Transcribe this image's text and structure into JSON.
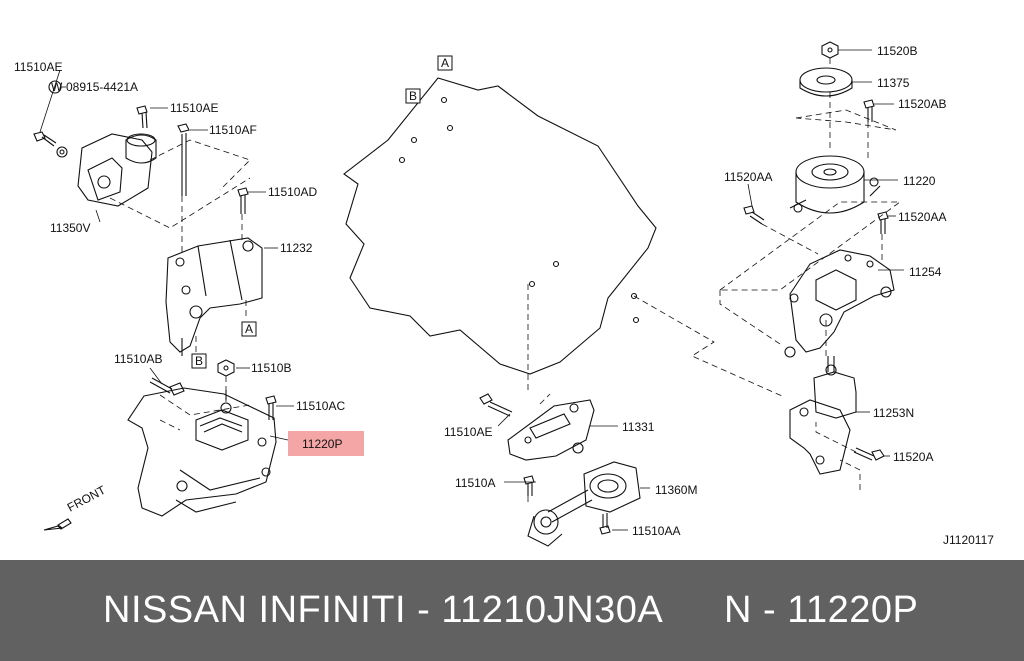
{
  "labels": {
    "l_11510AE_top": "11510AE",
    "l_08915": "08915-4421A",
    "l_washer_w": "W",
    "l_11510AE_b": "11510AE",
    "l_11510AF": "11510AF",
    "l_11350V": "11350V",
    "l_11510AD": "11510AD",
    "l_11232": "11232",
    "l_11510AB": "11510AB",
    "l_11510B": "11510B",
    "l_11510AC": "11510AC",
    "l_11220P": "11220P",
    "l_front": "FRONT",
    "l_A_left": "A",
    "l_B_left": "B",
    "l_A_mid": "A",
    "l_B_mid": "B",
    "l_11510AE_mid": "11510AE",
    "l_11331": "11331",
    "l_11510A": "11510A",
    "l_11360M": "11360M",
    "l_11510AA": "11510AA",
    "l_11520B": "11520B",
    "l_11375": "11375",
    "l_11520AB": "11520AB",
    "l_11520AA_l": "11520AA",
    "l_11220": "11220",
    "l_11520AA_r": "11520AA",
    "l_11254": "11254",
    "l_11253N": "11253N",
    "l_11520A": "11520A",
    "l_diagram_id": "J1120117"
  },
  "banner": {
    "brand": "NISSAN  INFINITI - 11210JN30A",
    "part": "N - 11220P"
  },
  "colors": {
    "highlight": "#f4a6a6",
    "banner_bg": "#616161",
    "banner_text": "#ffffff"
  }
}
